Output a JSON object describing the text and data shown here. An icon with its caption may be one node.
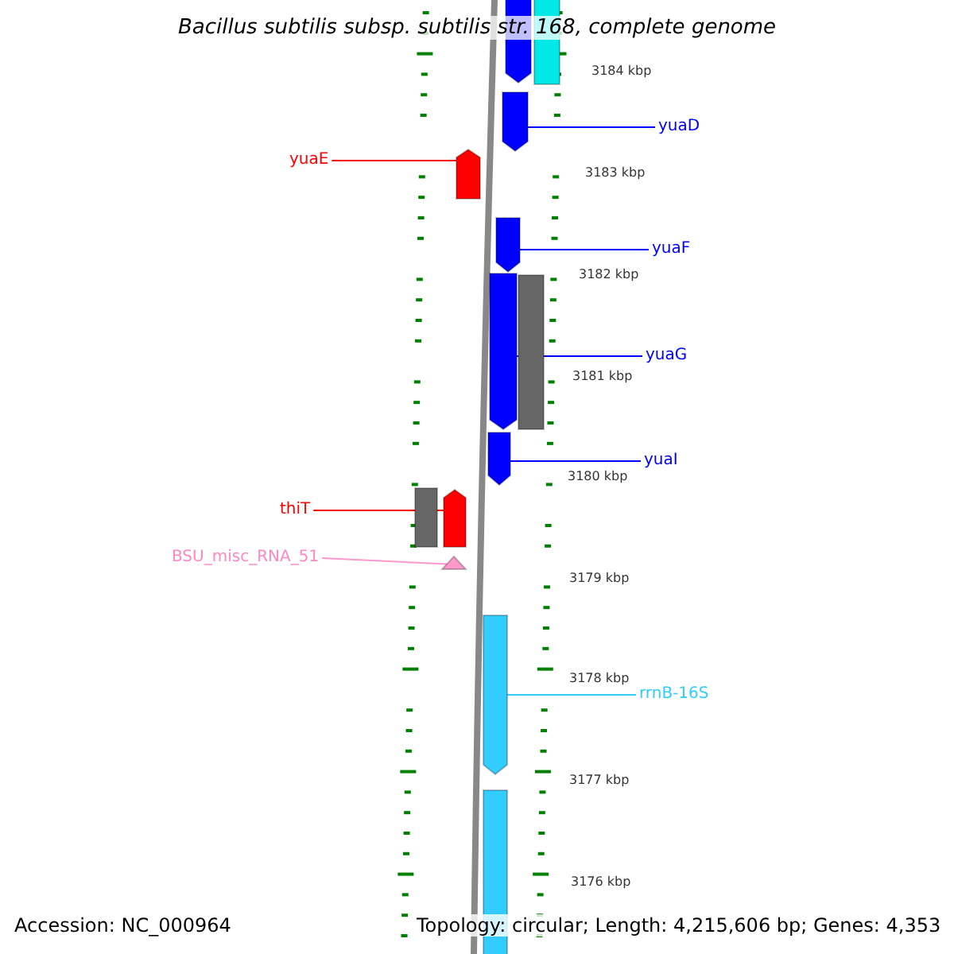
{
  "diagram": {
    "title": "Bacillus subtilis subsp. subtilis str. 168, complete genome",
    "nodes": [
      {
        "text": [],
        "shape": "pentagon"
      },
      {
        "text": [],
        "shape": "bar"
      },
      {
        "text": [
          "yuaD"
        ]
      },
      {
        "text": [],
        "shape": "pentagon"
      },
      {
        "text": [
          "yuaE"
        ]
      },
      {
        "text": [],
        "shape": "pentagon"
      },
      {
        "text": [
          "yuaF"
        ]
      },
      {
        "text": [],
        "shape": "pentagon"
      },
      {
        "text": [],
        "shape": "pentagon"
      },
      {
        "text": [],
        "shape": "bar"
      },
      {
        "text": [
          "yuaG"
        ]
      },
      {
        "text": [
          "yuaI"
        ]
      },
      {
        "text": [],
        "shape": "pentagon"
      },
      {
        "text": [],
        "shape": "bar"
      },
      {
        "text": [
          "thiT"
        ]
      },
      {
        "text": [],
        "shape": "pentagon"
      },
      {
        "text": [
          "BSU_misc_RNA_51"
        ]
      },
      {
        "text": [],
        "shape": "triangle"
      },
      {
        "text": [],
        "shape": "pentagon"
      },
      {
        "text": [
          "rrnB-16S"
        ]
      },
      {
        "text": [],
        "shape": "pentagon"
      }
    ],
    "edges": [
      {
        "from": 2,
        "to": 3,
        "arrow": "none"
      },
      {
        "from": 4,
        "to": 5,
        "arrow": "none",
        "color": "#ff0000"
      },
      {
        "from": 6,
        "to": 7,
        "arrow": "none"
      },
      {
        "from": 10,
        "to": 8,
        "arrow": "none"
      },
      {
        "from": 11,
        "to": 12,
        "arrow": "none"
      },
      {
        "from": 14,
        "to": 15,
        "arrow": "none",
        "color": "#ff0000"
      },
      {
        "from": 16,
        "to": 17,
        "arrow": "none",
        "color": "#ff99cc"
      },
      {
        "from": 19,
        "to": 18,
        "arrow": "none",
        "color": "#33ccff"
      }
    ],
    "labels": [
      "3184 kbp",
      "3183 kbp",
      "3182 kbp",
      "3181 kbp",
      "3180 kbp",
      "3179 kbp",
      "3178 kbp",
      "3177 kbp",
      "3176 kbp",
      "Accession: NC_000964",
      "Topology: circular; Length: 4,215,606 bp; Genes: 4,353"
    ]
  }
}
